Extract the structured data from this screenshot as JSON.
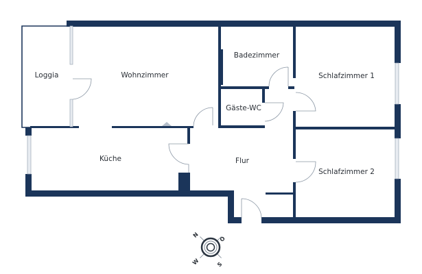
{
  "floorplan": {
    "rooms": [
      {
        "id": "loggia",
        "label": "Loggia"
      },
      {
        "id": "wohnzimmer",
        "label": "Wohnzimmer"
      },
      {
        "id": "badezimmer",
        "label": "Badezimmer"
      },
      {
        "id": "gaeste_wc",
        "label": "Gäste-WC"
      },
      {
        "id": "schlafzimmer1",
        "label": "Schlafzimmer 1"
      },
      {
        "id": "kueche",
        "label": "Küche"
      },
      {
        "id": "flur",
        "label": "Flur"
      },
      {
        "id": "schlafzimmer2",
        "label": "Schlafzimmer 2"
      }
    ],
    "compass": {
      "n": "N",
      "o": "O",
      "s": "S",
      "w": "W"
    },
    "colors": {
      "wall": "#1b355a",
      "window": "#e8ecf1",
      "door_arc": "#8a96a4"
    }
  }
}
